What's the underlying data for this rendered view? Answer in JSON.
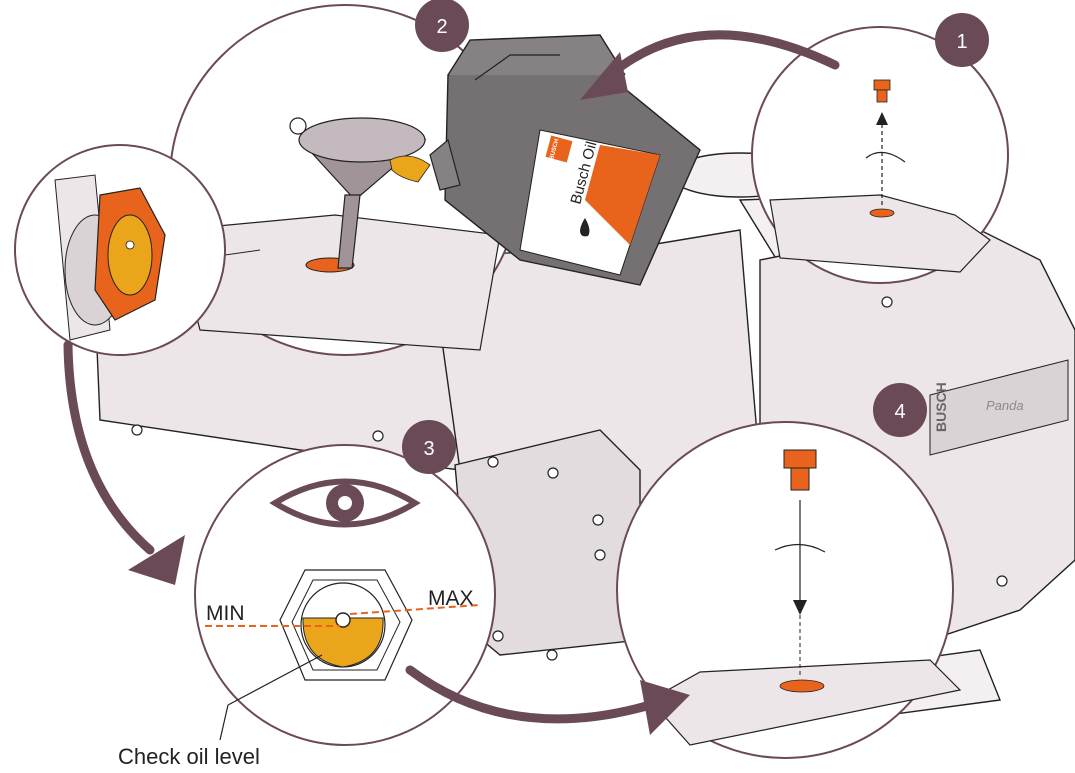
{
  "steps": [
    {
      "number": "1"
    },
    {
      "number": "2"
    },
    {
      "number": "3"
    },
    {
      "number": "4"
    }
  ],
  "oil_can": {
    "brand_mark": "BUSCH",
    "product_label": "Busch Oil"
  },
  "sight_glass": {
    "min_label": "MIN",
    "max_label": "MAX"
  },
  "caption": "Check oil level",
  "nameplate": {
    "brand": "BUSCH",
    "model": "Panda"
  },
  "colors": {
    "accent_orange": "#e8641c",
    "oil_amber": "#eaa51a",
    "badge": "#6b4a58",
    "pump_body": "#eae4e6",
    "outline": "#222222"
  },
  "icons": [
    "eye-icon",
    "rotate-arrow-icon",
    "down-arrow-icon",
    "up-arrow-icon",
    "curved-arrow-icon",
    "oil-drop-icon"
  ]
}
